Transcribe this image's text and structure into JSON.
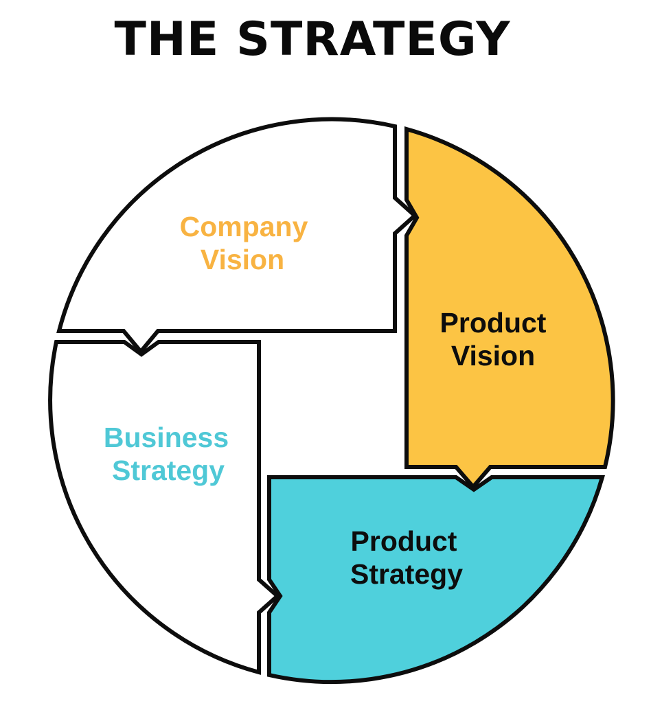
{
  "title": "THE STRATEGY",
  "colors": {
    "background": "#FFFFFF",
    "outline": "#0D0D0D",
    "white_fill": "#FFFFFF",
    "yellow_fill": "#FCC444",
    "teal_fill": "#4FD0DC",
    "orange_text": "#F8B342",
    "teal_text": "#4FC8D6",
    "black_text": "#0D0D0D"
  },
  "diagram": {
    "type": "circular-pinwheel-cycle",
    "description": "Circle divided into four offset quarter segments joined by arrow tabs and notches",
    "segments": [
      {
        "id": "company-vision",
        "label_line1": "Company",
        "label_line2": "Vision"
      },
      {
        "id": "product-vision",
        "label_line1": "Product",
        "label_line2": "Vision"
      },
      {
        "id": "product-strategy",
        "label_line1": "Product",
        "label_line2": "Strategy"
      },
      {
        "id": "business-strategy",
        "label_line1": "Business",
        "label_line2": "Strategy"
      }
    ]
  }
}
